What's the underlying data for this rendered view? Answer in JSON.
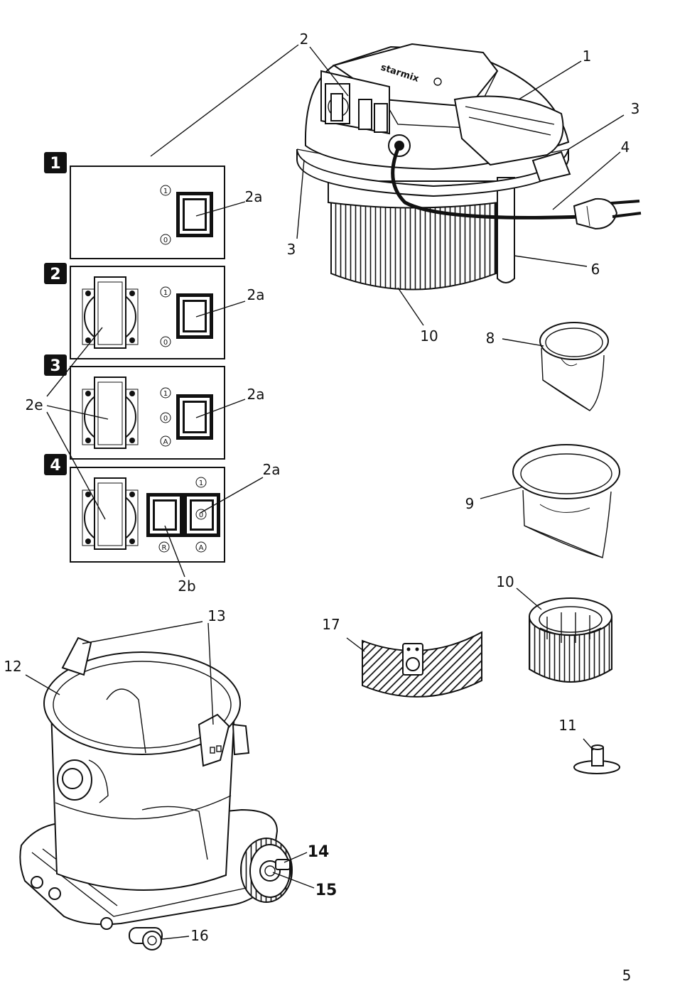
{
  "page_number": "5",
  "panels": [
    {
      "number": "1",
      "marks": [
        "1",
        "0"
      ]
    },
    {
      "number": "2",
      "marks": [
        "1",
        "0"
      ]
    },
    {
      "number": "3",
      "marks": [
        "1",
        "0",
        "A"
      ]
    },
    {
      "number": "4",
      "marks": [
        "1",
        "0",
        "R",
        "A"
      ]
    }
  ],
  "brand_text": "starmix",
  "callouts": {
    "c1": "1",
    "c2": "2",
    "c3a": "3",
    "c3b": "3",
    "c4": "4",
    "c6": "6",
    "c10a": "10",
    "c8": "8",
    "c9": "9",
    "c10b": "10",
    "c11": "11",
    "c17": "17",
    "c12": "12",
    "c13": "13",
    "c14": "14",
    "c15": "15",
    "c16": "16",
    "p1_2a": "2a",
    "p2_2a": "2a",
    "p3_2a": "2a",
    "p4_2a": "2a",
    "c2e": "2e",
    "c2b": "2b"
  }
}
